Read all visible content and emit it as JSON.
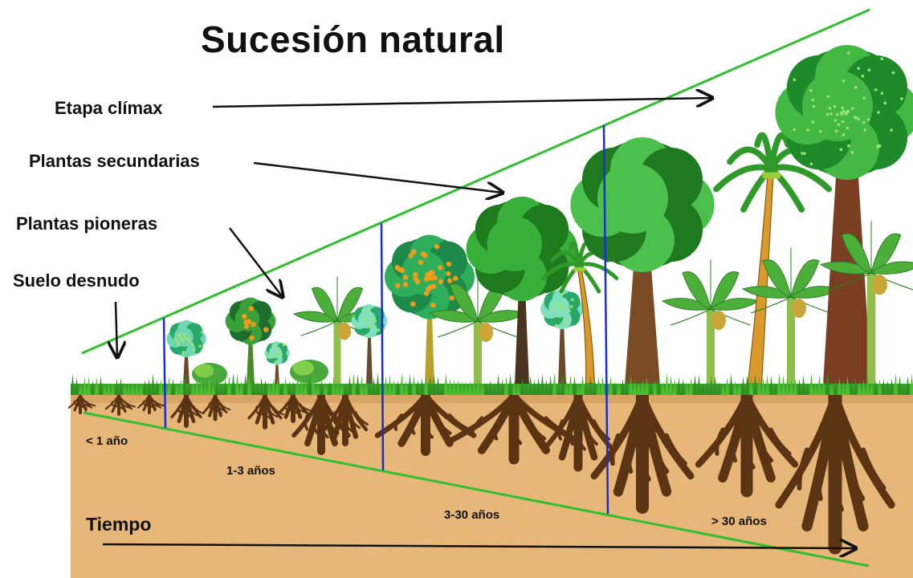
{
  "title": "Sucesión natural",
  "stages": {
    "climax": "Etapa clímax",
    "secondary": "Plantas secundarias",
    "pioneer": "Plantas pioneras",
    "bare_soil": "Suelo desnudo"
  },
  "ages": {
    "a1": "< 1 año",
    "a2": "1-3 años",
    "a3": "3-30 años",
    "a4": "> 30 años"
  },
  "time_label": "Tiempo",
  "colors": {
    "soil": "#e7b77a",
    "grass": "#3aa12a",
    "boundary_line": "#2fbf2f",
    "divider": "#1a2fd0",
    "root": "#5b3414",
    "trunk": "#7a4a24",
    "canopy_dark": "#1f7a1f",
    "canopy_light": "#3cb043",
    "fruit": "#f29a1c",
    "banana_leaf": "#4caf3a",
    "palm_trunk": "#d99a2b"
  }
}
